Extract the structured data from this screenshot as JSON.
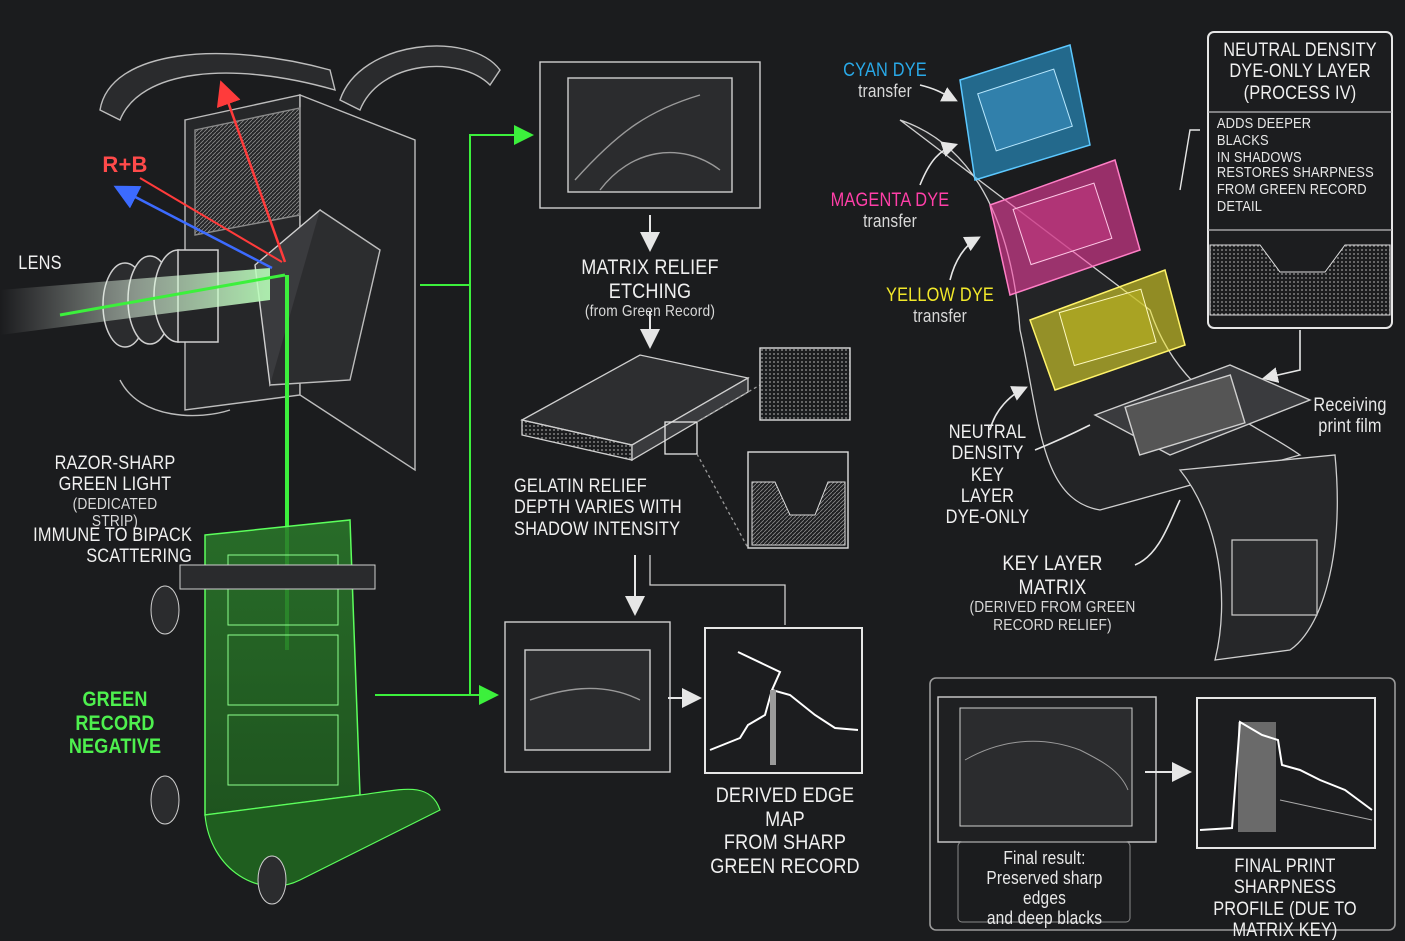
{
  "camera": {
    "rb_label": "R+B",
    "lens_label": "LENS",
    "razor_line1": "RAZOR-SHARP",
    "razor_line2": "GREEN LIGHT",
    "razor_line3": "(DEDICATED STRIP)",
    "immune_line1": "IMMUNE TO BIPACK",
    "immune_line2": "SCATTERING",
    "green_record_line1": "GREEN RECORD",
    "green_record_line2": "NEGATIVE"
  },
  "matrix": {
    "etching_title": "MATRIX RELIEF ETCHING",
    "etching_sub": "(from Green Record)",
    "gelatin_line1": "GELATIN RELIEF",
    "gelatin_line2": "DEPTH VARIES WITH",
    "gelatin_line3": "SHADOW INTENSITY",
    "edge_line1": "DERIVED EDGE MAP",
    "edge_line2": "FROM SHARP",
    "edge_line3": "GREEN RECORD"
  },
  "dyes": {
    "cyan_name": "CYAN DYE",
    "magenta_name": "MAGENTA DYE",
    "yellow_name": "YELLOW DYE",
    "transfer": "transfer",
    "cyan_color": "#29a9e8",
    "magenta_color": "#ff3fa8",
    "yellow_color": "#f2e92a",
    "green_color": "#3cf03c"
  },
  "neutral_box": {
    "title_line1": "NEUTRAL DENSITY",
    "title_line2": "DYE-ONLY LAYER",
    "title_line3": "(PROCESS IV)",
    "note1_line1": "ADDS DEEPER BLACKS",
    "note1_line2": "IN SHADOWS",
    "note2_line1": "RESTORES SHARPNESS",
    "note2_line2": "FROM GREEN RECORD DETAIL"
  },
  "print": {
    "receiving_line1": "Receiving",
    "receiving_line2": "print film",
    "nd_line1": "NEUTRAL",
    "nd_line2": "DENSITY",
    "nd_line3": "KEY LAYER",
    "nd_line4": "DYE-ONLY",
    "key_title": "KEY LAYER MATRIX",
    "key_sub1": "(DERIVED FROM GREEN",
    "key_sub2": "RECORD RELIEF)"
  },
  "result": {
    "final_line1": "Final result:",
    "final_line2": "Preserved sharp edges",
    "final_line3": "and deep blacks",
    "profile_line1": "FINAL PRINT SHARPNESS",
    "profile_line2": "PROFILE (DUE TO",
    "profile_line3": "MATRIX KEY)"
  }
}
